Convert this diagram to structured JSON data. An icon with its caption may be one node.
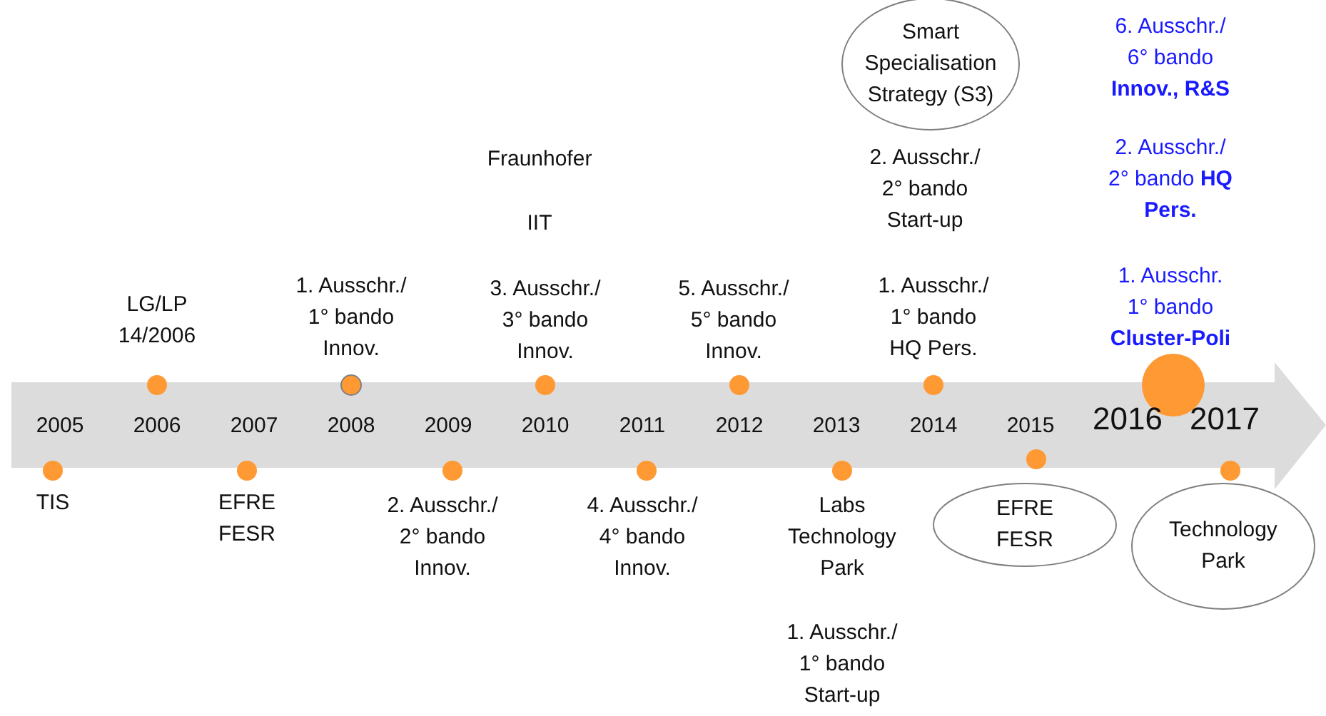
{
  "diagram": {
    "nodes": [
      {
        "text": [
          "Smart Specialisation Strategy (S3)"
        ]
      },
      {
        "text": [
          "EFRE FESR"
        ]
      },
      {
        "text": [
          "Technology Park"
        ]
      }
    ],
    "labels": [
      "6. Ausschr./ 6° bando **Innov., R&S**",
      "Fraunhofer",
      "2. Ausschr./ 2° bando Start-up",
      "2. Ausschr./ 2° bando **HQ Pers.**",
      "IIT",
      "LG/LP 14/2006",
      "1. Ausschr./ 1° bando Innov.",
      "3. Ausschr./ 3° bando Innov.",
      "5. Ausschr./ 5° bando Innov.",
      "1. Ausschr./ 1° bando HQ Pers.",
      "1. Ausschr. 1° bando **Cluster-Poli**",
      "2005",
      "2006",
      "2007",
      "2008",
      "2009",
      "2010",
      "2011",
      "2012",
      "2013",
      "2014",
      "2015",
      "2016",
      "2017",
      "TIS",
      "EFRE FESR",
      "2. Ausschr./ 2° bando Innov.",
      "4. Ausschr./ 4° bando Innov.",
      "Labs Technology Park",
      "1. Ausschr./ 1° bando Start-up"
    ]
  }
}
